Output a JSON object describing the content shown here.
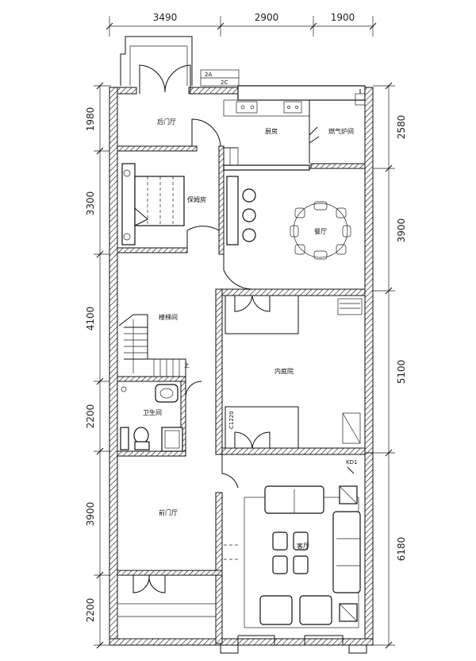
{
  "dimensions": {
    "top": [
      "3490",
      "2900",
      "1900"
    ],
    "left": [
      "1980",
      "3300",
      "4100",
      "2200",
      "3900",
      "2200"
    ],
    "right": [
      "2580",
      "3900",
      "5100",
      "6180"
    ]
  },
  "rooms": {
    "back_entrance": "后门厅",
    "kitchen": "厨房",
    "boiler_room": "燃气炉间",
    "nanny_room": "保姆房",
    "dining_room": "餐厅",
    "stair_hall": "楼梯间",
    "courtyard": "内庭院",
    "bathroom": "卫生间",
    "front_entrance": "前门厅",
    "living_room": "客厅"
  },
  "labels": {
    "door_c1220": "C1220",
    "window_kd1": "KD1",
    "ac_2a": "2A",
    "ac_2c": "2C",
    "stair_up": "上"
  }
}
